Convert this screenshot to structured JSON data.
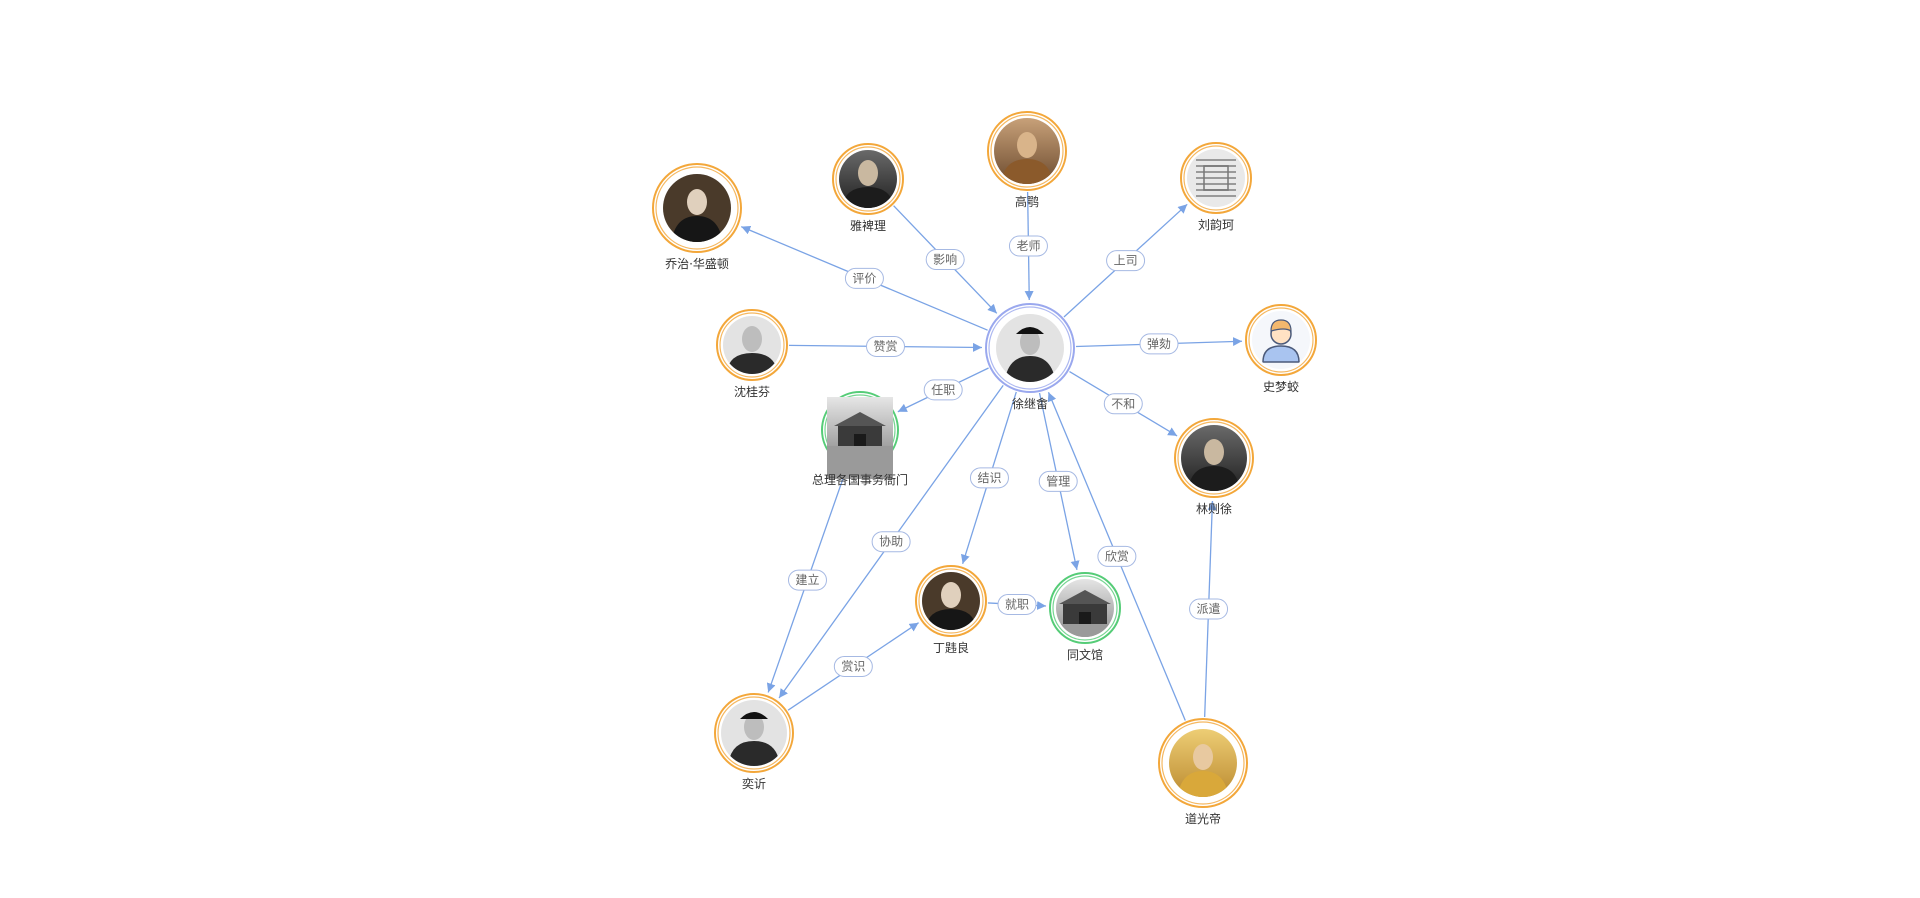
{
  "colors": {
    "edge": "#7aa3e5",
    "person_ring": "#f3a73a",
    "institution_ring": "#55cc77",
    "center_ring": "#9aa8ee"
  },
  "nodes": [
    {
      "id": "xu",
      "label": "徐继畬",
      "kind": "center",
      "icon": "portrait-photo-icon"
    },
    {
      "id": "gaoe",
      "label": "高鹗",
      "kind": "person",
      "icon": "portrait-photo-icon"
    },
    {
      "id": "yabili",
      "label": "雅裨理",
      "kind": "person",
      "icon": "portrait-photo-icon"
    },
    {
      "id": "liuyunke",
      "label": "刘韵珂",
      "kind": "person",
      "icon": "document-photo-icon"
    },
    {
      "id": "washington",
      "label": "乔治·华盛顿",
      "kind": "person",
      "icon": "portrait-photo-icon"
    },
    {
      "id": "shenguifen",
      "label": "沈桂芬",
      "kind": "person",
      "icon": "portrait-photo-icon"
    },
    {
      "id": "shimengjiao",
      "label": "史梦蛟",
      "kind": "person",
      "icon": "generic-user-icon"
    },
    {
      "id": "zongli",
      "label": "总理各国事务衙门",
      "kind": "institution",
      "icon": "building-photo-icon"
    },
    {
      "id": "linzexu",
      "label": "林则徐",
      "kind": "person",
      "icon": "portrait-photo-icon"
    },
    {
      "id": "dingweiliang",
      "label": "丁韪良",
      "kind": "person",
      "icon": "portrait-photo-icon"
    },
    {
      "id": "tongwenguan",
      "label": "同文馆",
      "kind": "institution",
      "icon": "building-photo-icon"
    },
    {
      "id": "yixin",
      "label": "奕䜣",
      "kind": "person",
      "icon": "portrait-photo-icon"
    },
    {
      "id": "daoguang",
      "label": "道光帝",
      "kind": "person",
      "icon": "portrait-photo-icon"
    }
  ],
  "edges": [
    {
      "from": "gaoe",
      "to": "xu",
      "label": "老师"
    },
    {
      "from": "yabili",
      "to": "xu",
      "label": "影响"
    },
    {
      "from": "xu",
      "to": "liuyunke",
      "label": "上司"
    },
    {
      "from": "xu",
      "to": "washington",
      "label": "评价"
    },
    {
      "from": "shenguifen",
      "to": "xu",
      "label": "赞赏"
    },
    {
      "from": "xu",
      "to": "shimengjiao",
      "label": "弹劾"
    },
    {
      "from": "xu",
      "to": "zongli",
      "label": "任职"
    },
    {
      "from": "xu",
      "to": "linzexu",
      "label": "不和"
    },
    {
      "from": "xu",
      "to": "dingweiliang",
      "label": "结识"
    },
    {
      "from": "xu",
      "to": "tongwenguan",
      "label": "管理"
    },
    {
      "from": "xu",
      "to": "yixin",
      "label": "协助"
    },
    {
      "from": "daoguang",
      "to": "xu",
      "label": "欣赏"
    },
    {
      "from": "zongli",
      "to": "yixin",
      "label": "建立"
    },
    {
      "from": "yixin",
      "to": "dingweiliang",
      "label": "赏识"
    },
    {
      "from": "dingweiliang",
      "to": "tongwenguan",
      "label": "就职"
    },
    {
      "from": "daoguang",
      "to": "linzexu",
      "label": "派遣"
    }
  ]
}
